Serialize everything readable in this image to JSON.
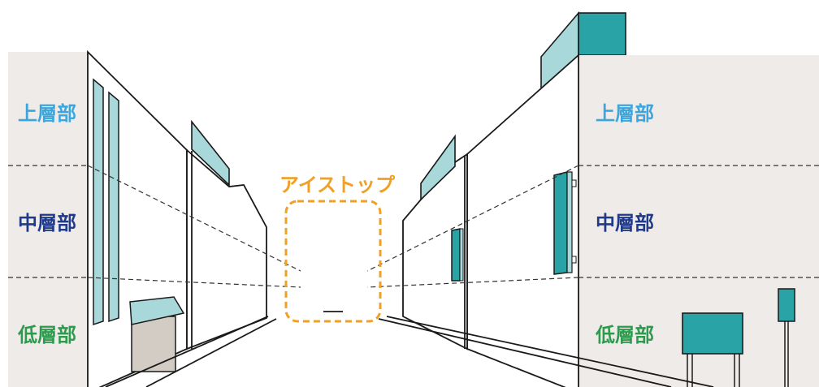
{
  "labels": {
    "left": {
      "upper": "上層部",
      "middle": "中層部",
      "lower": "低層部"
    },
    "right": {
      "upper": "上層部",
      "middle": "中層部",
      "lower": "低層部"
    },
    "eyestop": "アイストップ"
  },
  "colors": {
    "upper": "#3aa6dd",
    "middle": "#1f3a8a",
    "lower": "#2e9a4e",
    "eyestop": "#f0a024",
    "facade": "#efebe8",
    "sign_dark": "#2aa3a6",
    "sign_light": "#a9d8db",
    "line": "#1a1a1a"
  }
}
